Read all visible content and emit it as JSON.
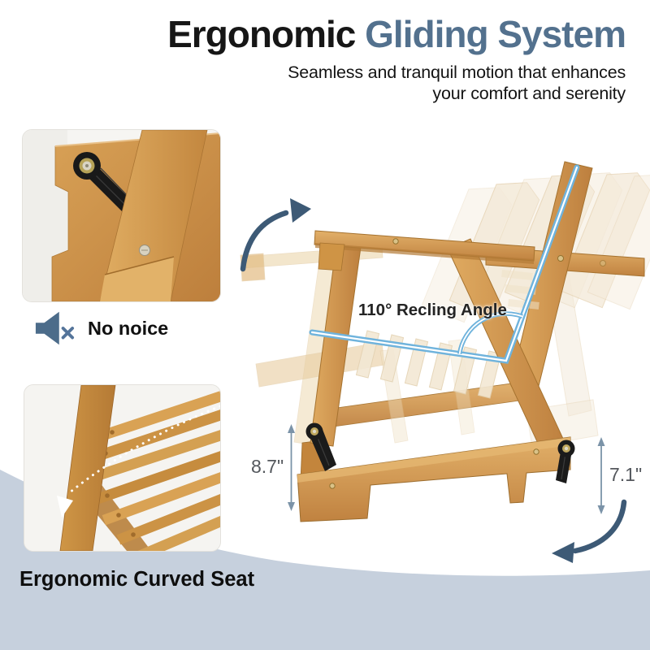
{
  "page": {
    "background": "#ffffff",
    "accent_color": "#53718e",
    "arrow_color": "#3d5a76",
    "wave_color": "#c6d0dd",
    "angle_line_color": "#6fb3dc",
    "wood_color": "#cf9346"
  },
  "header": {
    "title_primary": "Ergonomic",
    "title_accent": "Gliding System",
    "subtitle_line1": "Seamless and tranquil motion that enhances",
    "subtitle_line2": "your comfort and serenity"
  },
  "callouts": {
    "no_noise": {
      "icon": "muted-speaker-icon",
      "label": "No noice"
    },
    "curved_seat": {
      "label": "Ergonomic Curved Seat"
    },
    "recline_angle": {
      "label": "110° Recling Angle"
    },
    "height_left": {
      "value": "8.7\""
    },
    "height_right": {
      "value": "7.1\""
    }
  }
}
